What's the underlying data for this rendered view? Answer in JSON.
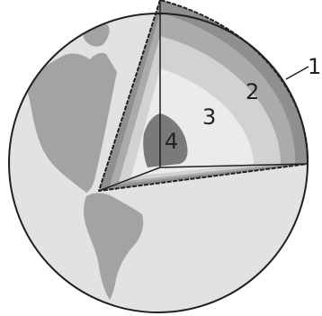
{
  "diagram": {
    "labels": {
      "crust": "1",
      "mantle": "2",
      "outer_core": "3",
      "inner_core": "4"
    },
    "colors": {
      "background": "#ffffff",
      "outline": "#202020",
      "ocean": "#e2e2e2",
      "continents": "#a3a3a3",
      "crust": "#8f8f8f",
      "mantle": "#ababab",
      "outer_core": "#d2d2d2",
      "core_glow": "#ebebeb",
      "inner_core": "#7a7a7a"
    }
  }
}
